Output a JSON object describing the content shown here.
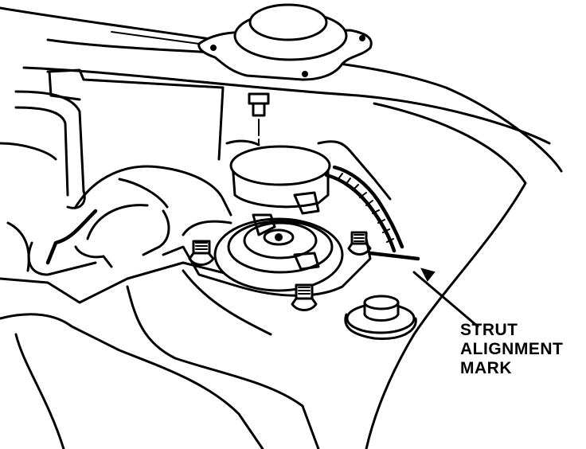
{
  "callout": {
    "line1": "STRUT",
    "line2": "ALIGNMENT",
    "line3": "MARK"
  },
  "colors": {
    "ink": "#000000",
    "paper": "#ffffff"
  }
}
